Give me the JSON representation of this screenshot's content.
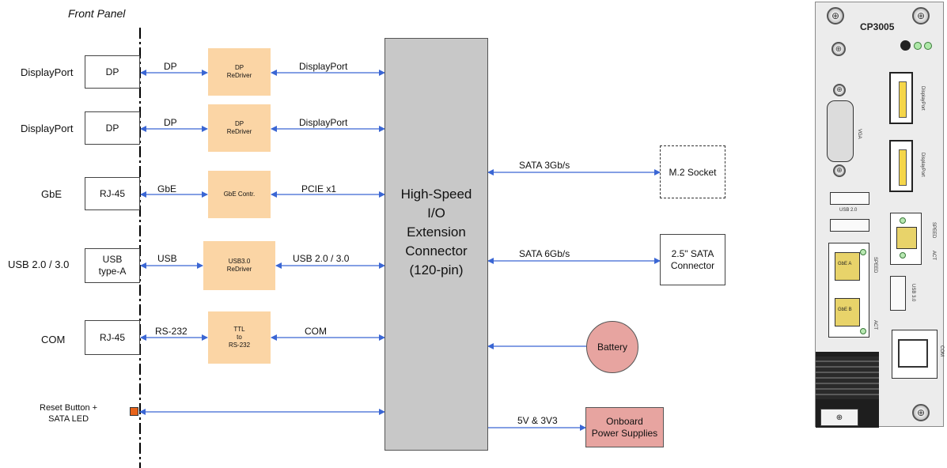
{
  "header": {
    "front_panel": "Front Panel"
  },
  "rows": [
    {
      "left_label": "DisplayPort",
      "connector": "DP",
      "link_left": "DP",
      "chip": "DP\nReDriver",
      "link_right": "DisplayPort"
    },
    {
      "left_label": "DisplayPort",
      "connector": "DP",
      "link_left": "DP",
      "chip": "DP\nReDriver",
      "link_right": "DisplayPort"
    },
    {
      "left_label": "GbE",
      "connector": "RJ-45",
      "link_left": "GbE",
      "chip": "GbE Contr.",
      "link_right": "PCIE x1"
    },
    {
      "left_label": "USB 2.0 / 3.0",
      "connector": "USB\ntype-A",
      "link_left": "USB",
      "chip": "USB3.0\nReDriver",
      "link_right": "USB 2.0 / 3.0"
    },
    {
      "left_label": "COM",
      "connector": "RJ-45",
      "link_left": "RS-232",
      "chip": "TTL\nto\nRS-232",
      "link_right": "COM"
    }
  ],
  "reset": {
    "label": "Reset Button +\nSATA LED"
  },
  "hub": {
    "label": "High-Speed\nI/O\nExtension\nConnector\n(120-pin)"
  },
  "right": {
    "m2": {
      "link": "SATA 3Gb/s",
      "box": "M.2 Socket"
    },
    "sata": {
      "link": "SATA 6Gb/s",
      "box": "2.5\" SATA\nConnector"
    },
    "battery": {
      "box": "Battery"
    },
    "power": {
      "link": "5V & 3V3",
      "box": "Onboard\nPower Supplies"
    }
  },
  "panel": {
    "title": "CP3005",
    "port_labels": {
      "vga": "VGA",
      "dp1": "DisplayPort",
      "dp2": "DisplayPort",
      "usb20": "USB 2.0",
      "usb30": "USB 3.0",
      "com": "COM",
      "gbe_a": "GbE A",
      "gbe_b": "GbE B",
      "speed": "SPEED",
      "act": "ACT"
    }
  },
  "colors": {
    "arrow": "#3a66d4",
    "chip": "#fbd5a5",
    "hub": "#c8c8c8",
    "battery": "#e7a4a0",
    "power": "#e7a4a0",
    "reset_button": "#e8631a"
  },
  "icons": [
    "screw-icon",
    "led-icon",
    "arrow-icon"
  ]
}
